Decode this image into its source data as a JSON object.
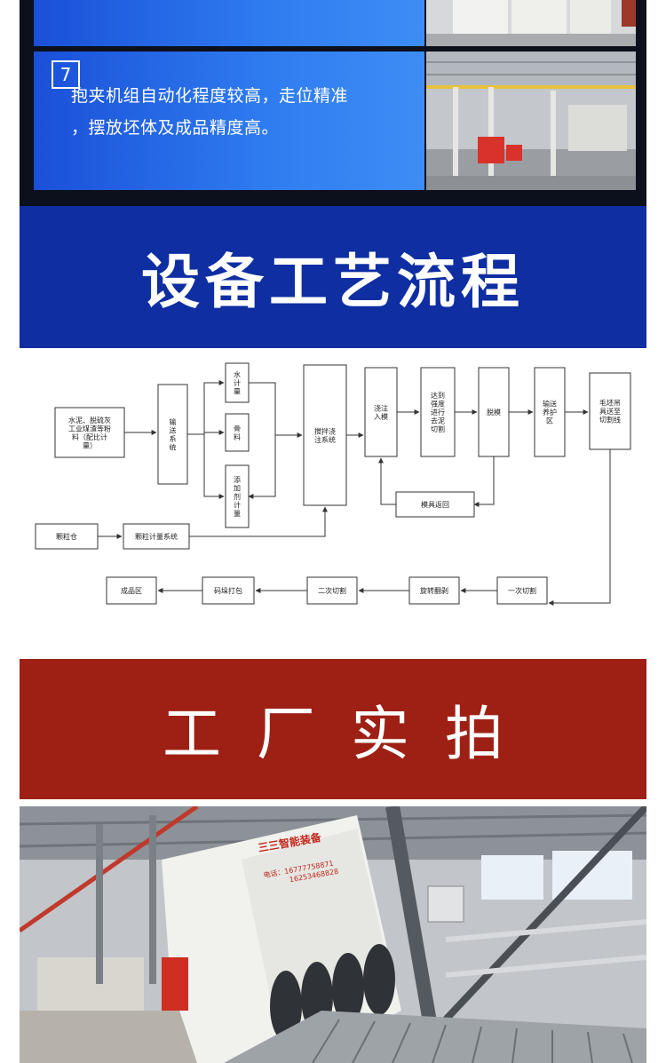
{
  "feature": {
    "number": "7",
    "text_line1": "抱夹机组自动化程度较高，走位精准",
    "text_line2": "，摆放坯体及成品精度高。"
  },
  "section1": {
    "title": "设备工艺流程"
  },
  "flow": {
    "nodes": {
      "raw": "水泥、脱硫灰\n工业煤渣等粉\n料（配比计\n量）",
      "convey": "输\n送\n系\n统",
      "water": "水\n计\n量",
      "bone": "骨\n料",
      "additive": "添\n加\n剂\n计\n量",
      "mix": "搅拌浇\n注系统",
      "pour": "浇注\n入模",
      "cure": "达到\n强度\n进行\n去泥\n切割",
      "demold": "脱模",
      "steam": "输送\n养护\n区",
      "cutline": "毛坯吊\n具送至\n切割线",
      "moldback": "模具返回",
      "granary": "颗粒仓",
      "granmeter": "颗粒计量系统",
      "cut1": "一次切割",
      "flip": "旋转翻剥",
      "cut2": "二次切割",
      "pack": "码垛打包",
      "finished": "成品区"
    }
  },
  "section2": {
    "title": "工厂实拍"
  },
  "factory": {
    "machine_brand": "三三智能装备",
    "machine_phone_label": "电话：",
    "machine_phone1": "16777758871",
    "machine_phone2": "16253468828"
  }
}
